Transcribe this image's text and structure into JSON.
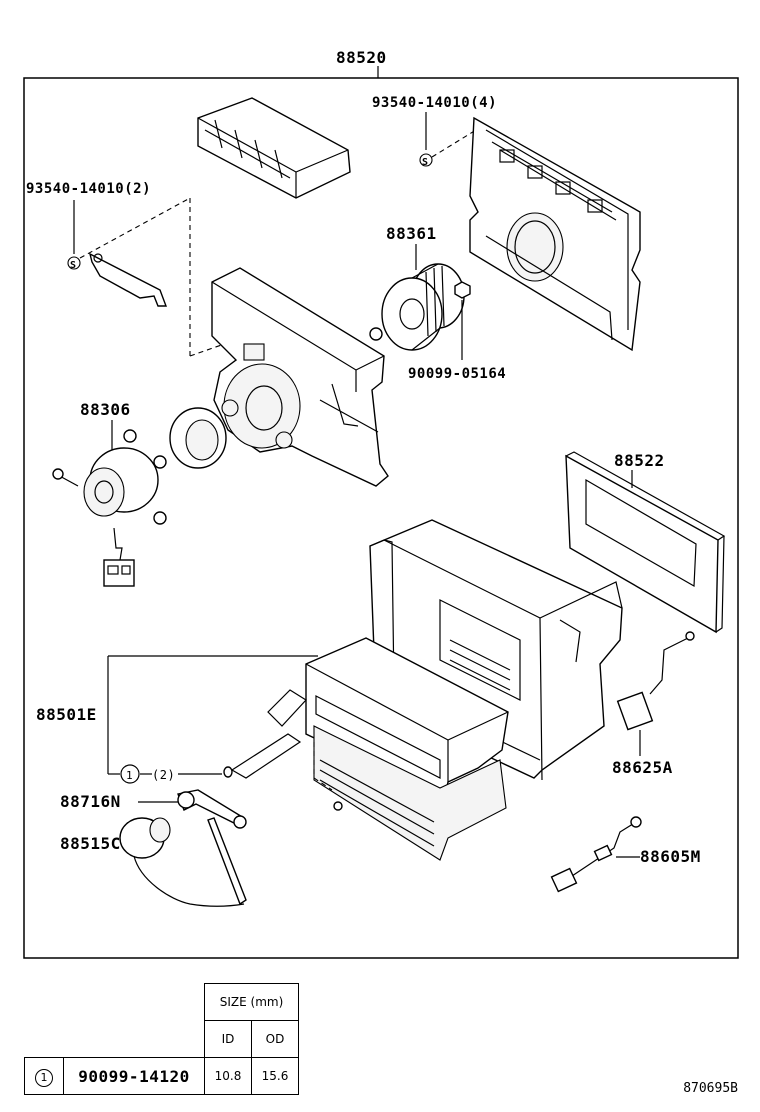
{
  "callouts": {
    "assembly": "88520",
    "screw_top": "93540-14010(4)",
    "screw_left": "93540-14010(2)",
    "fan": "88361",
    "nut": "90099-05164",
    "motor": "88306",
    "filter": "88522",
    "evaporator": "88501E",
    "o_ring_ref": "(2)",
    "o_ring_symbol": "1",
    "tube": "88716N",
    "switch": "88515C",
    "connector": "88625A",
    "harness": "88605M",
    "screw_symbol": "S"
  },
  "size_table": {
    "header": "SIZE (mm)",
    "col_id": "ID",
    "col_od": "OD",
    "rows": [
      {
        "symbol": "1",
        "part_no": "90099-14120",
        "id": "10.8",
        "od": "15.6"
      }
    ]
  },
  "drawing_number": "870695B"
}
